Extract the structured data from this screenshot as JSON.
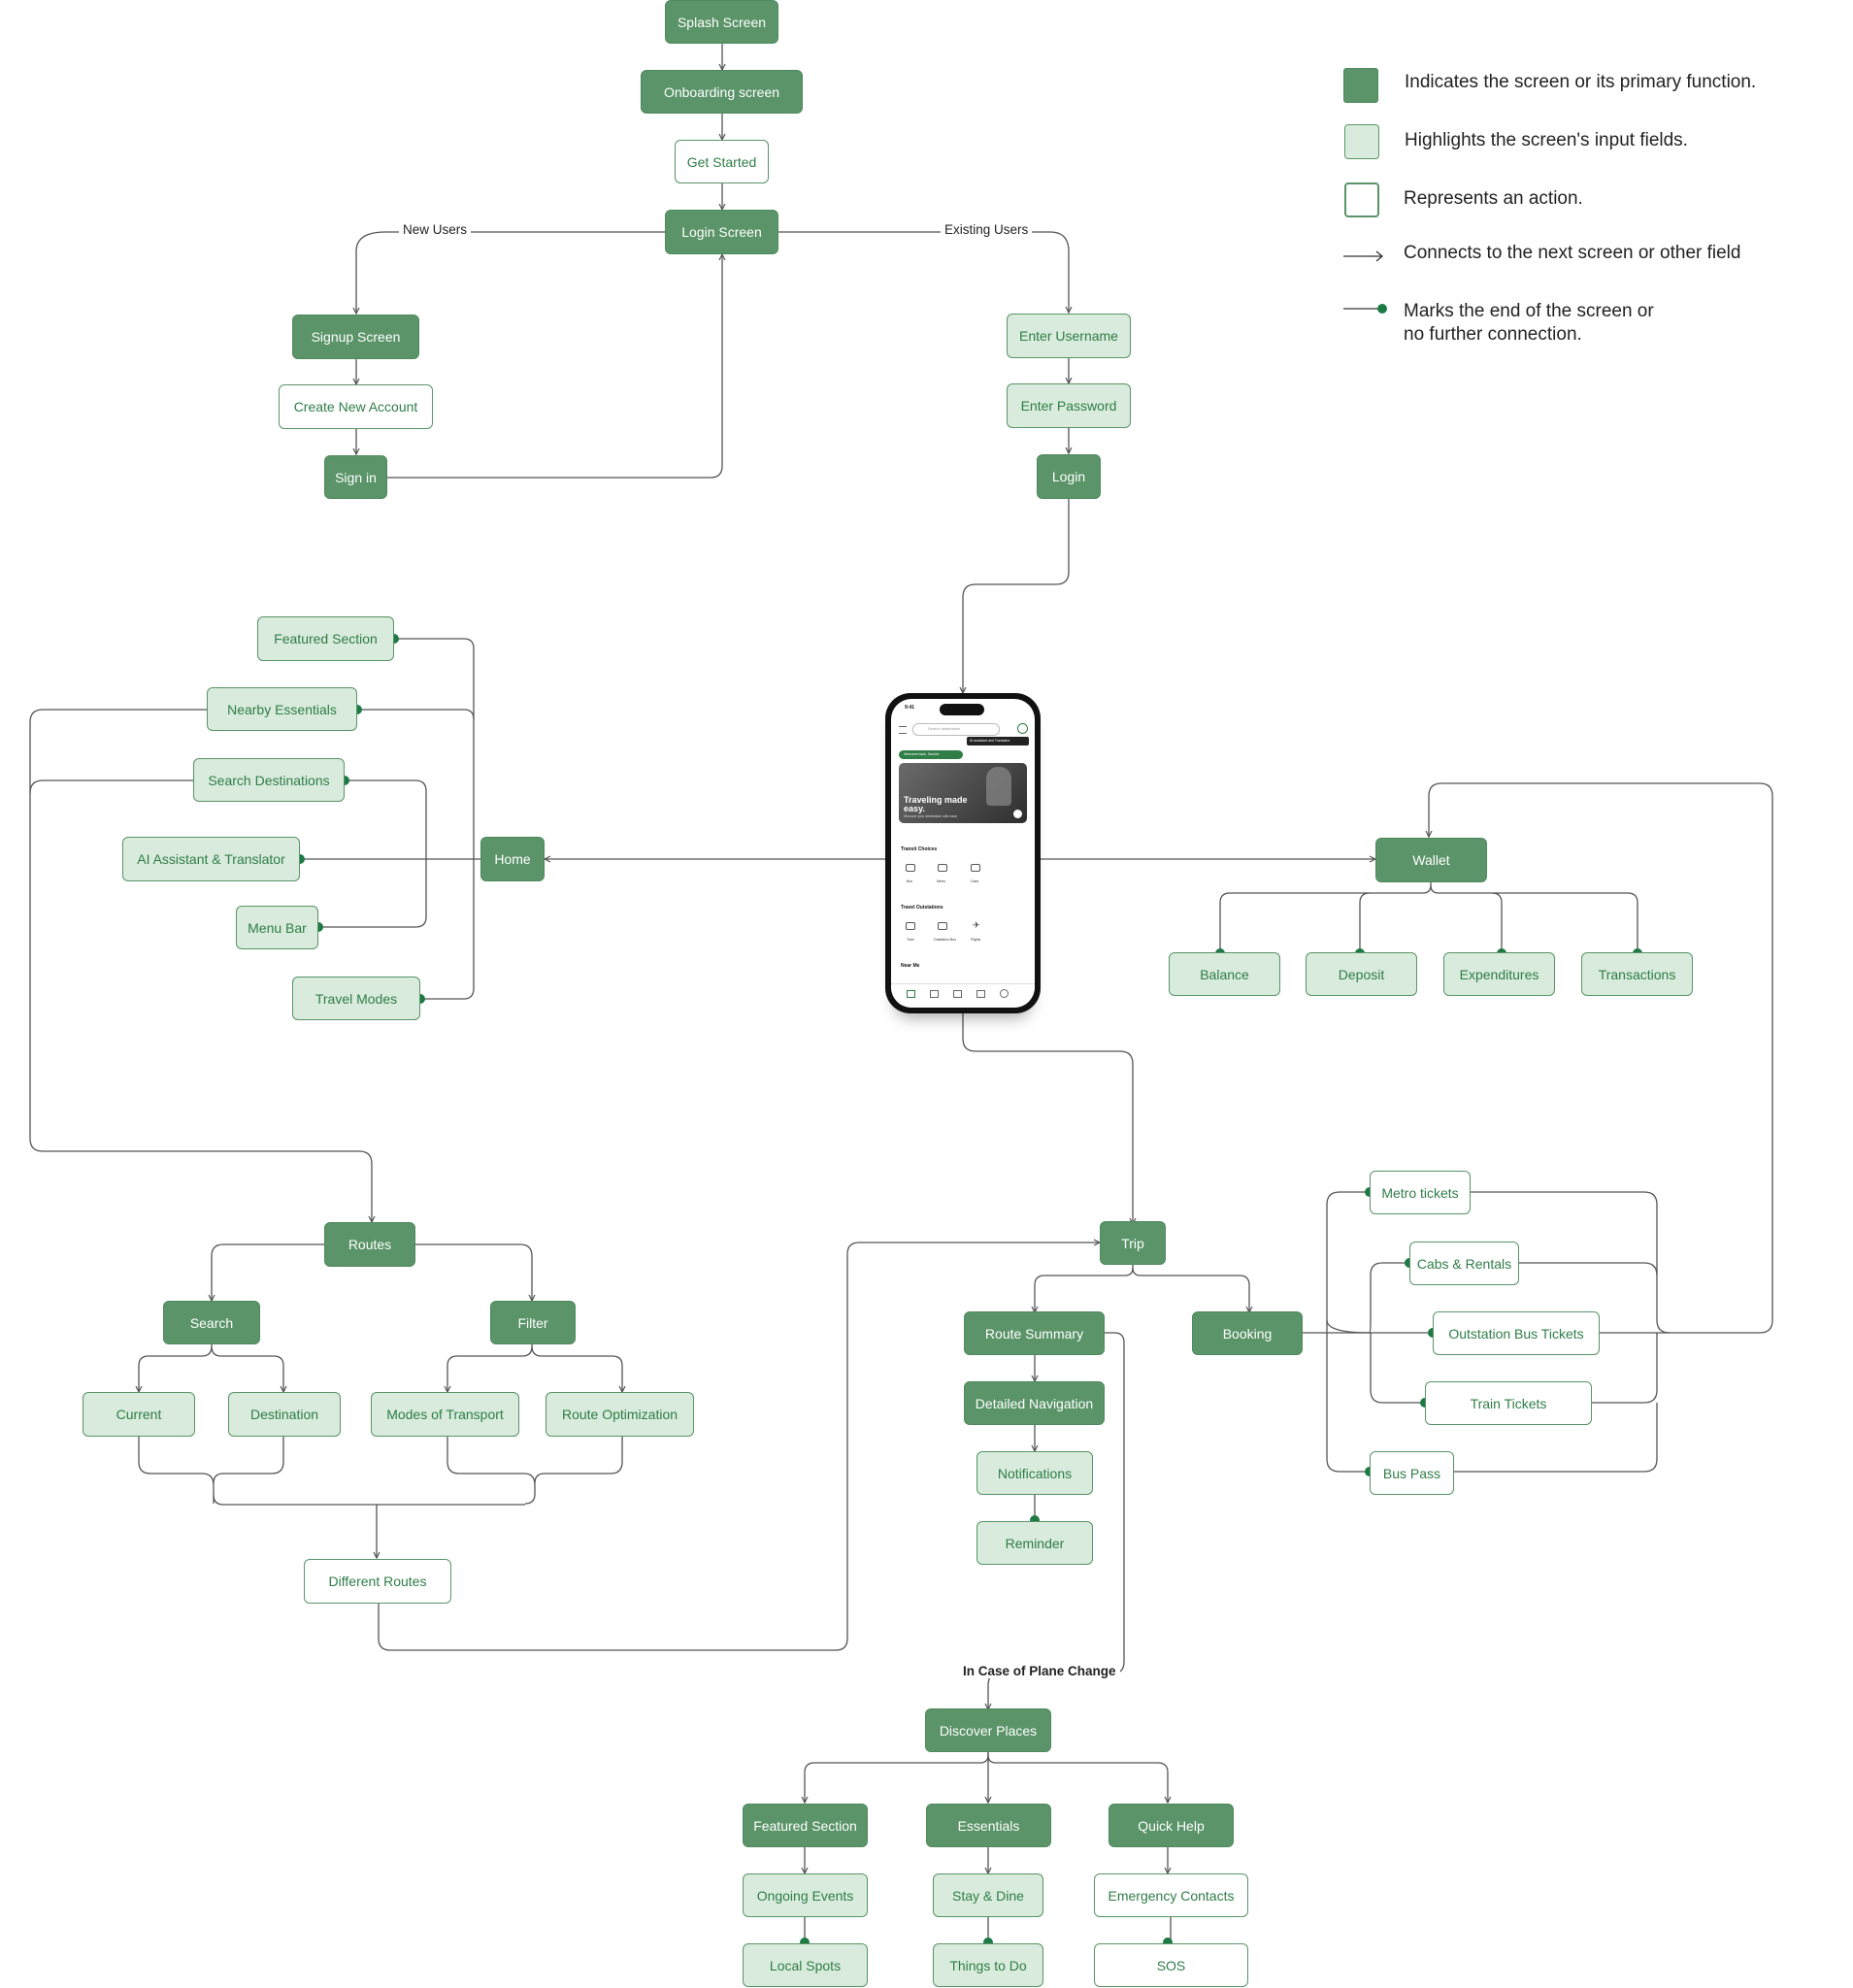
{
  "colors": {
    "primary": "#5a9468",
    "input": "#d8ebdc",
    "action": "#ffffff",
    "accent": "#2f7d47",
    "line": "#555555",
    "dot": "#1e7a45"
  },
  "nodes": {
    "splash": "Splash Screen",
    "onboarding": "Onboarding screen",
    "get_started": "Get Started",
    "login_screen": "Login Screen",
    "signup_screen": "Signup Screen",
    "create_account": "Create New Account",
    "sign_in": "Sign in",
    "enter_username": "Enter Username",
    "enter_password": "Enter Password",
    "login": "Login",
    "featured_section": "Featured Section",
    "nearby_essentials": "Nearby Essentials",
    "search_destinations": "Search Destinations",
    "ai_assistant": "AI Assistant & Translator",
    "menu_bar": "Menu Bar",
    "travel_modes": "Travel Modes",
    "home": "Home",
    "wallet": "Wallet",
    "balance": "Balance",
    "deposit": "Deposit",
    "expenditures": "Expenditures",
    "transactions": "Transactions",
    "routes": "Routes",
    "search": "Search",
    "filter": "Filter",
    "current": "Current",
    "destination": "Destination",
    "modes_of_transport": "Modes of Transport",
    "route_optimization": "Route Optimization",
    "different_routes": "Different Routes",
    "trip": "Trip",
    "route_summary": "Route Summary",
    "detailed_navigation": "Detailed Navigation",
    "notifications": "Notifications",
    "reminder": "Reminder",
    "booking": "Booking",
    "metro_tickets": "Metro tickets",
    "cabs_rentals": "Cabs & Rentals",
    "outstation_bus": "Outstation Bus Tickets",
    "train_tickets": "Train Tickets",
    "bus_pass": "Bus Pass",
    "discover_places": "Discover Places",
    "dp_featured_section": "Featured Section",
    "essentials": "Essentials",
    "quick_help": "Quick Help",
    "ongoing_events": "Ongoing Events",
    "stay_dine": "Stay & Dine",
    "emergency_contacts": "Emergency Contacts",
    "local_spots": "Local Spots",
    "things_to_do": "Things to Do",
    "sos": "SOS"
  },
  "edge_labels": {
    "new_users": "New Users",
    "existing_users": "Existing Users",
    "plane_change": "In Case of Plane Change"
  },
  "legend": {
    "primary": "Indicates the screen or its primary function.",
    "input": "Highlights the screen's input fields.",
    "action": "Represents an action.",
    "arrow": "Connects to the next screen or other field",
    "end_line1": "Marks the end of the screen or",
    "end_line2": "no further connection."
  },
  "phone": {
    "time": "9:41",
    "search_placeholder": "Search destination",
    "tooltip": "AI assistant and Translator",
    "welcome": "Welcome back, Sachin!",
    "banner_title": "Traveling made easy.",
    "banner_sub": "Discover your destination with ease",
    "transit_choices": "Transit Choices",
    "transit_items": [
      "Bus",
      "Metro",
      "Cabs"
    ],
    "travel_outstations": "Travel Outstations",
    "outstation_items": [
      "Train",
      "Outstation Bus",
      "Flights"
    ],
    "near_me": "Near Me"
  }
}
